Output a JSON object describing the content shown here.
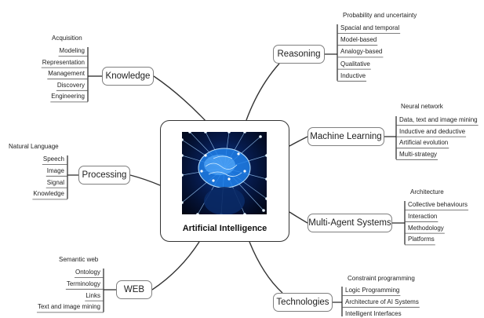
{
  "center": {
    "label": "Artificial Intelligence",
    "image": "glowing-brain-network-image"
  },
  "branches": [
    {
      "label": "Knowledge",
      "category": "Acquisition",
      "items": [
        "Modeling",
        "Representation",
        "Management",
        "Discovery",
        "Engineering"
      ]
    },
    {
      "label": "Processing",
      "category": "Natural Language",
      "items": [
        "Speech",
        "Image",
        "Signal",
        "Knowledge"
      ]
    },
    {
      "label": "WEB",
      "category": "Semantic web",
      "items": [
        "Ontology",
        "Terminology",
        "Links",
        "Text and image mining"
      ]
    },
    {
      "label": "Reasoning",
      "category": "Probability and uncertainty",
      "items": [
        "Spacial and temporal",
        "Model-based",
        "Analogy-based",
        "Qualitative",
        "Inductive"
      ]
    },
    {
      "label": "Machine Learning",
      "category": "Neural network",
      "items": [
        "Data, text and image mining",
        "Inductive and deductive",
        "Artificial evolution",
        "Multi-strategy"
      ]
    },
    {
      "label": "Multi-Agent Systems",
      "category": "Architecture",
      "items": [
        "Collective behaviours",
        "Interaction",
        "Methodology",
        "Platforms"
      ]
    },
    {
      "label": "Technologies",
      "category": "Constraint programming",
      "items": [
        "Logic Programming",
        "Architecture of AI Systems",
        "Intelligent Interfaces"
      ]
    }
  ]
}
